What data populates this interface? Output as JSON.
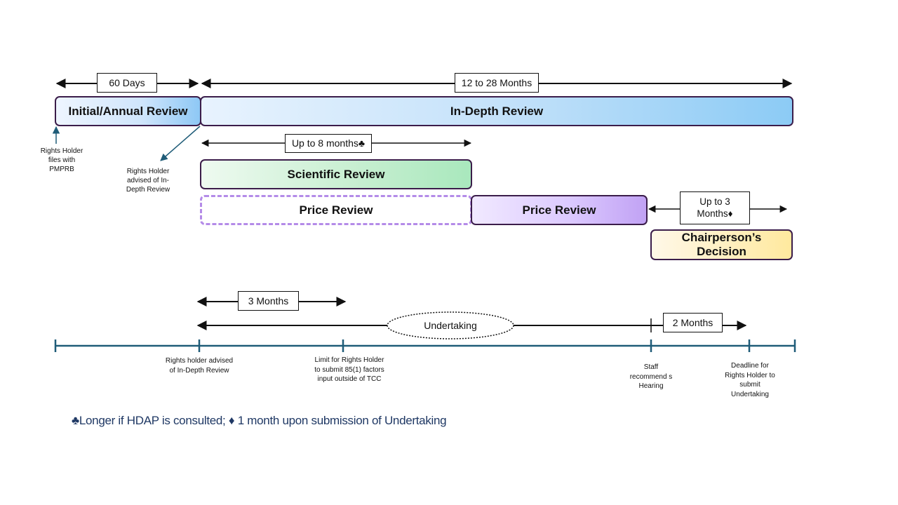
{
  "top_spans": {
    "days_60": "60 Days",
    "months_12_28": "12 to 28 Months"
  },
  "stages": {
    "initial_review": "Initial/Annual Review",
    "in_depth_review": "In-Depth Review",
    "scientific_review": "Scientific Review",
    "price_review_dashed": "Price Review",
    "price_review": "Price Review",
    "chairperson_decision": "Chairperson’s Decision"
  },
  "durations": {
    "up_to_8_months": "Up to 8 months♣",
    "up_to_3_months": "Up to 3 Months♦",
    "three_months": "3 Months",
    "undertaking": "Undertaking",
    "two_months": "2 Months"
  },
  "callouts": {
    "files_with_pmprb": "Rights Holder files with PMPRB",
    "advised_in_depth": "Rights Holder advised of In-Depth Review"
  },
  "milestones": [
    "Rights holder advised of In-Depth Review",
    "Limit for Rights Holder to submit 85(1) factors input outside of TCC",
    "Staff recommend s Hearing",
    "Deadline for Rights Holder to submit Undertaking"
  ],
  "footnote": "♣Longer if HDAP is consulted; ♦ 1 month upon submission of Undertaking",
  "colors": {
    "outline": "#3b1d4a",
    "timeline": "#1f5c78",
    "footnote": "#1f3864",
    "purple_dash": "#b48be8"
  }
}
